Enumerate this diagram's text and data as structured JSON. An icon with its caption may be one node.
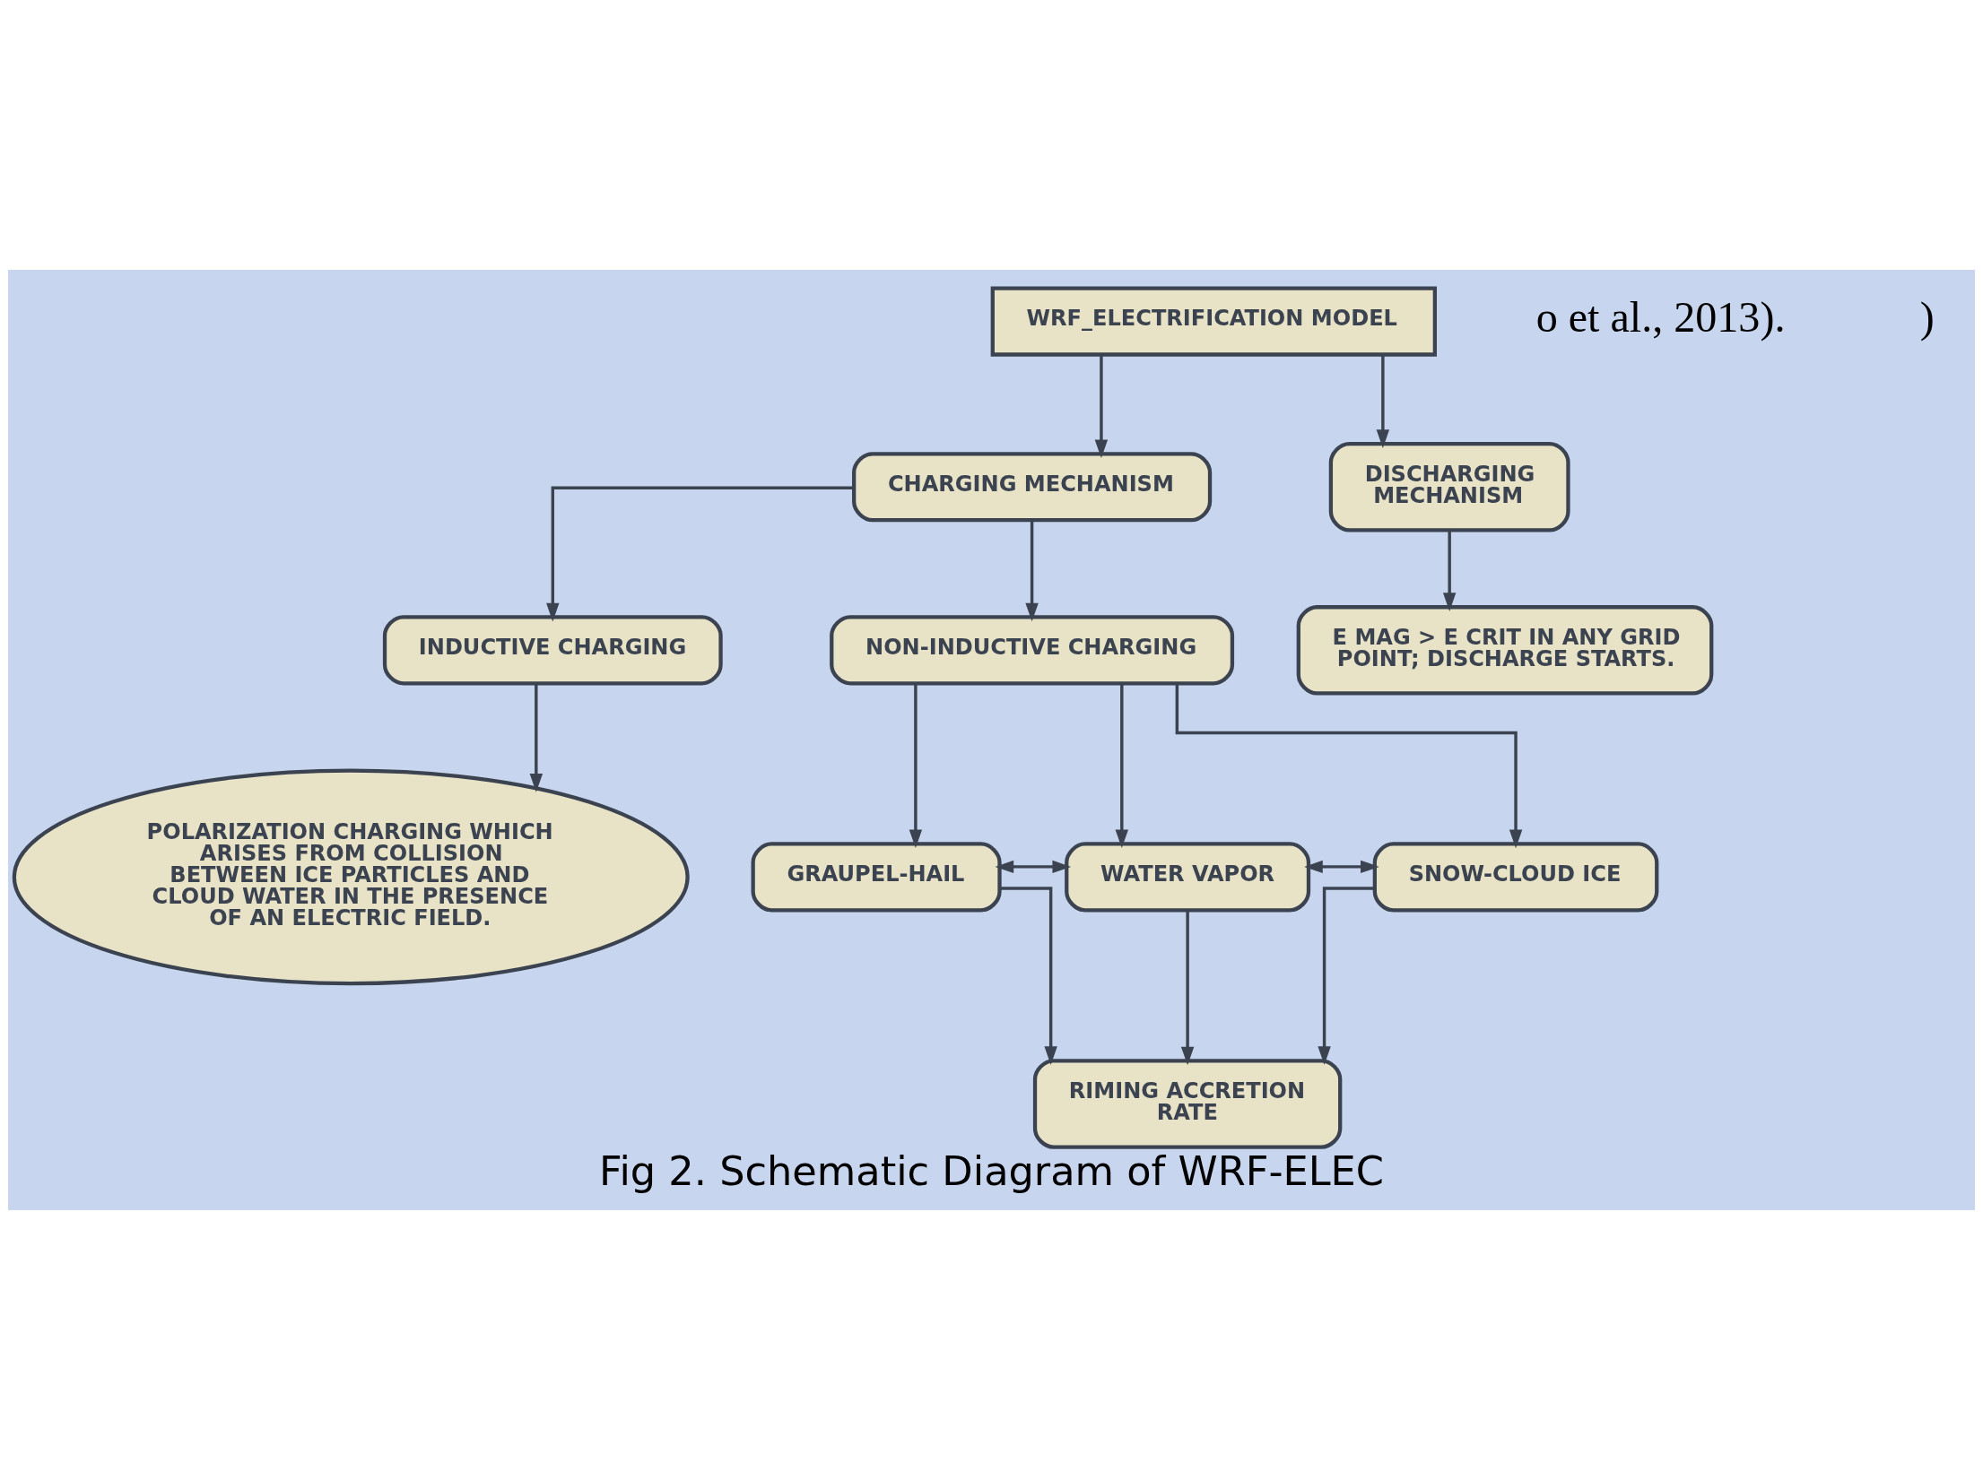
{
  "diagram": {
    "caption": "Fig 2. Schematic Diagram of WRF-ELEC",
    "nodes": [
      {
        "text": [
          "WRF_ELECTRIFICATION MODEL"
        ]
      },
      {
        "text": [
          "CHARGING MECHANISM"
        ]
      },
      {
        "text": [
          "DISCHARGING MECHANISM"
        ]
      },
      {
        "text": [
          "INDUCTIVE CHARGING"
        ]
      },
      {
        "text": [
          "NON-INDUCTIVE CHARGING"
        ]
      },
      {
        "text": [
          "E MAG > E CRIT IN ANY GRID POINT; DISCHARGE STARTS."
        ]
      },
      {
        "text": [
          "POLARIZATION CHARGING WHICH ARISES FROM COLLISION BETWEEN ICE PARTICLES AND CLOUD WATER IN THE PRESENCE OF AN ELECTRIC FIELD."
        ]
      },
      {
        "text": [
          "GRAUPEL-HAIL"
        ]
      },
      {
        "text": [
          "WATER VAPOR"
        ]
      },
      {
        "text": [
          "SNOW-CLOUD ICE"
        ]
      },
      {
        "text": [
          "RIMING ACCRETION RATE"
        ]
      }
    ],
    "edges": [
      {
        "from": 0,
        "to": 1,
        "arrow": "to"
      },
      {
        "from": 0,
        "to": 2,
        "arrow": "to"
      },
      {
        "from": 1,
        "to": 3,
        "arrow": "to"
      },
      {
        "from": 1,
        "to": 4,
        "arrow": "to"
      },
      {
        "from": 2,
        "to": 5,
        "arrow": "to"
      },
      {
        "from": 3,
        "to": 6,
        "arrow": "to"
      },
      {
        "from": 4,
        "to": 7,
        "arrow": "to"
      },
      {
        "from": 4,
        "to": 8,
        "arrow": "to"
      },
      {
        "from": 4,
        "to": 9,
        "arrow": "to"
      },
      {
        "from": 7,
        "to": 8,
        "arrow": "both"
      },
      {
        "from": 8,
        "to": 9,
        "arrow": "both"
      },
      {
        "from": 7,
        "to": 10,
        "arrow": "to"
      },
      {
        "from": 8,
        "to": 10,
        "arrow": "to"
      },
      {
        "from": 9,
        "to": 10,
        "arrow": "to"
      }
    ],
    "labels": [
      "o et al., 2013).",
      ")"
    ]
  }
}
